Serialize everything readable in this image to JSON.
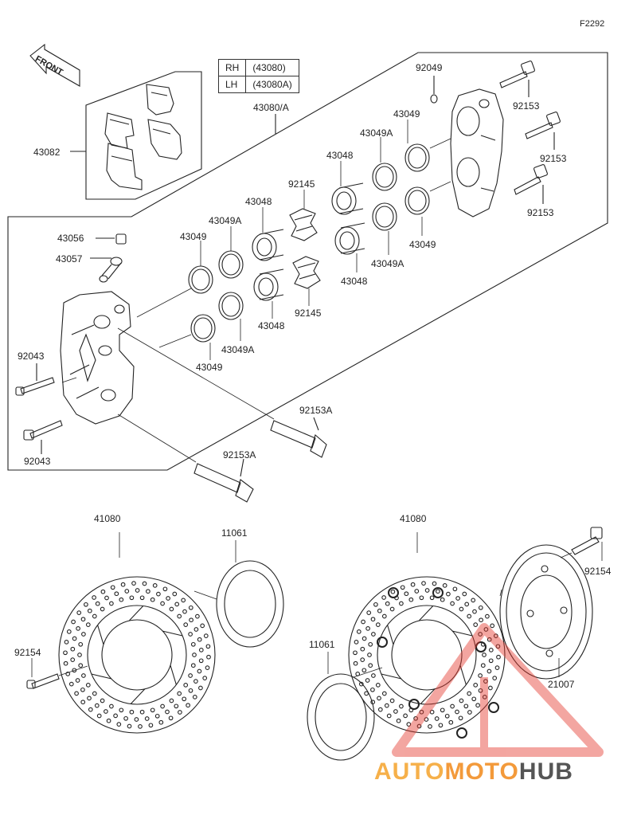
{
  "figure_code": "F2292",
  "front_label": "FRONT",
  "legend": [
    {
      "side": "RH",
      "part": "(43080)"
    },
    {
      "side": "LH",
      "part": "(43080A)"
    }
  ],
  "labels": {
    "l43080A": "43080/A",
    "l43082": "43082",
    "l92049": "92049",
    "l92153_a": "92153",
    "l92153_b": "92153",
    "l92153_c": "92153",
    "l43049_top": "43049",
    "l43049A_top": "43049A",
    "l43048_top": "43048",
    "l92145_top": "92145",
    "l43048_mid": "43048",
    "l43049A_mid": "43049A",
    "l43049_mid": "43049",
    "l43056": "43056",
    "l43057": "43057",
    "l43049_r": "43049",
    "l43049A_r": "43049A",
    "l43048_r": "43048",
    "l92145_bot": "92145",
    "l43048_bot": "43048",
    "l43049A_bot": "43049A",
    "l43049_bot": "43049",
    "l92043_a": "92043",
    "l92043_b": "92043",
    "l92153A_a": "92153A",
    "l92153A_b": "92153A",
    "l41080_a": "41080",
    "l11061_a": "11061",
    "l92154_a": "92154",
    "l41080_b": "41080",
    "l11061_b": "11061",
    "l92154_b": "92154",
    "l21007": "21007"
  },
  "watermark": {
    "part1": "AUTO",
    "part2": "MOTO",
    "part3": "HUB"
  },
  "colors": {
    "line": "#222222",
    "watermark_red": "#e53a2f",
    "watermark_orange": "#f6a43c",
    "watermark_gray": "#555555"
  }
}
